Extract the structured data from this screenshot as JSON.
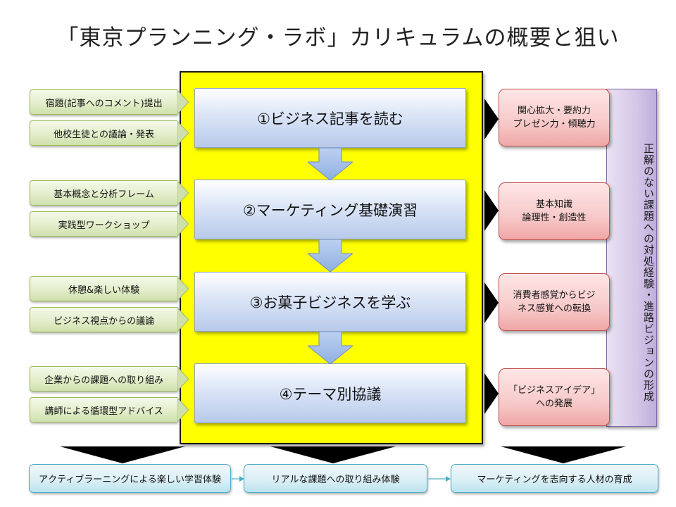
{
  "title": "「東京プランニング・ラボ」カリキュラムの概要と狙い",
  "steps": [
    {
      "label": "①ビジネス記事を読む"
    },
    {
      "label": "②マーケティング基礎演習"
    },
    {
      "label": "③お菓子ビジネスを学ぶ"
    },
    {
      "label": "④テーマ別協議"
    }
  ],
  "left_tags": [
    "宿題(記事へのコメント)提出",
    "他校生徒との議論・発表",
    "基本概念と分析フレーム",
    "実践型ワークショップ",
    "休憩&楽しい体験",
    "ビジネス視点からの議論",
    "企業からの課題への取り組み",
    "講師による循環型アドバイス"
  ],
  "right_boxes": [
    {
      "line1": "関心拡大・要約力",
      "line2": "プレゼン力・傾聴力"
    },
    {
      "line1": "基本知識",
      "line2": "論理性・創造性"
    },
    {
      "line1": "消費者感覚からビジ",
      "line2": "ネス感覚への転換"
    },
    {
      "line1": "「ビジネスアイデア」",
      "line2": "への発展"
    }
  ],
  "side_label": "正解のない課題への対処経験・進路ビジョンの形成",
  "bottom_boxes": [
    "アクティブラーニングによる楽しい学習体験",
    "リアルな課題への取り組み体験",
    "マーケティングを志向する人材の育成"
  ],
  "colors": {
    "highlight": "#ffff00",
    "step_fill": "#c5d5f0",
    "left_tag": "#e3eecb",
    "right_box": "#f7c9c9",
    "side_panel": "#d3c6e7",
    "bottom_box": "#d8eef5"
  }
}
